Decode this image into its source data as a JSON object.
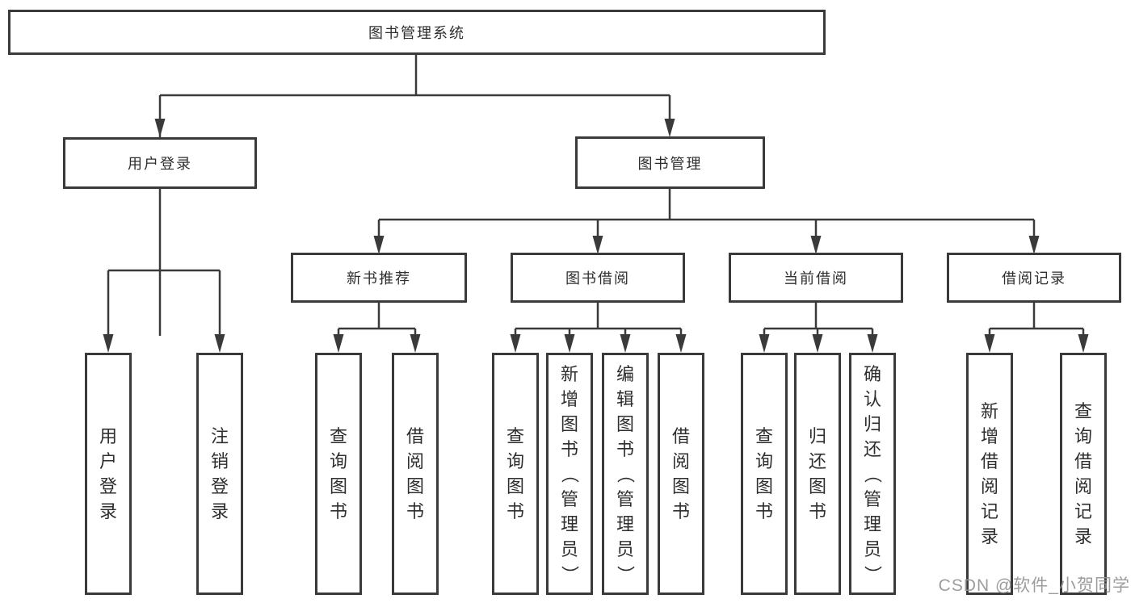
{
  "tree": {
    "label": "图书管理系统",
    "children": [
      {
        "label": "用户登录",
        "children": [
          {
            "label": "用户登录"
          },
          {
            "label": "注销登录"
          }
        ]
      },
      {
        "label": "图书管理",
        "children": [
          {
            "label": "新书推荐",
            "children": [
              {
                "label": "查询图书"
              },
              {
                "label": "借阅图书"
              }
            ]
          },
          {
            "label": "图书借阅",
            "children": [
              {
                "label": "查询图书"
              },
              {
                "label": "新增图书（管理员）"
              },
              {
                "label": "编辑图书（管理员）"
              },
              {
                "label": "借阅图书"
              }
            ]
          },
          {
            "label": "当前借阅",
            "children": [
              {
                "label": "查询图书"
              },
              {
                "label": "归还图书"
              },
              {
                "label": "确认归还（管理员）"
              }
            ]
          },
          {
            "label": "借阅记录",
            "children": [
              {
                "label": "新增借阅记录"
              },
              {
                "label": "查询借阅记录"
              }
            ]
          }
        ]
      }
    ]
  },
  "watermark": "CSDN @软件_小贺同学",
  "colors": {
    "line": "#3a3a3a",
    "border": "#3a3a3a",
    "text": "#2e2e2e",
    "watermark": "#949494",
    "background": "#ffffff"
  }
}
